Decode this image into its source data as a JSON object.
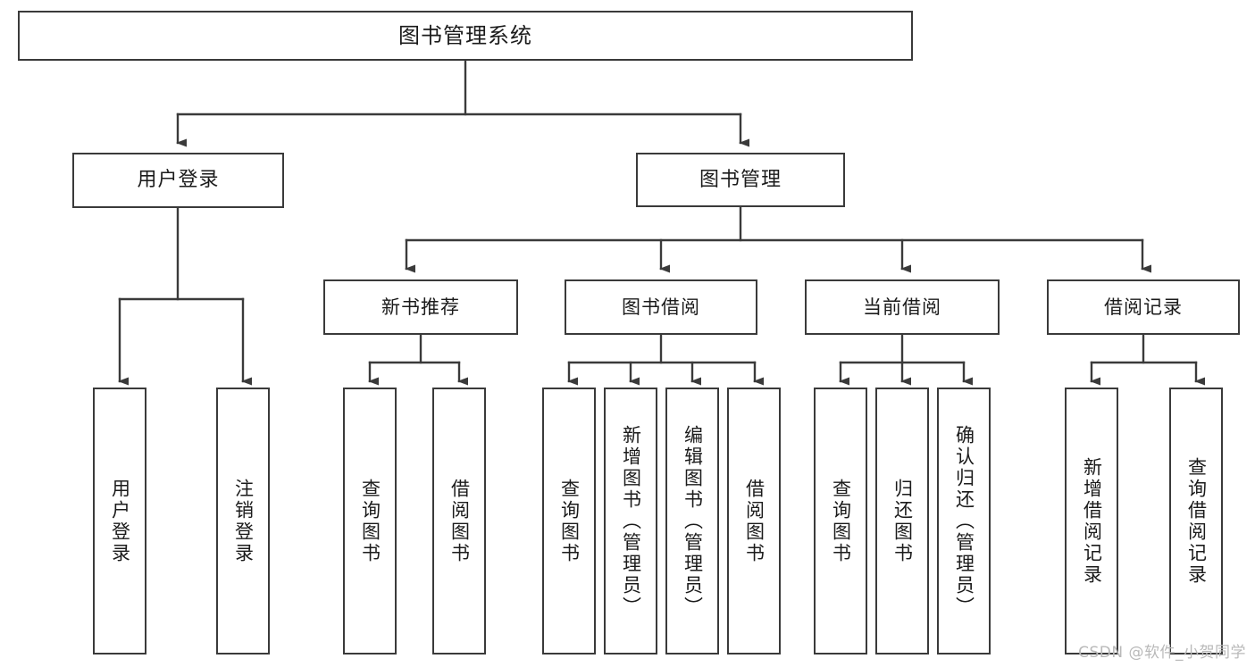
{
  "diagram": {
    "title": "图书管理系统",
    "type": "tree-hierarchy",
    "watermark": "CSDN @软件_小贺同学",
    "colors": {
      "border": "#3a3a3a",
      "background": "#ffffff",
      "text": "#1b1b1b",
      "watermark": "#b9b9b9"
    },
    "root": {
      "label": "图书管理系统"
    },
    "level1": [
      {
        "label": "用户登录"
      },
      {
        "label": "图书管理"
      }
    ],
    "level2": [
      {
        "label": "新书推荐"
      },
      {
        "label": "图书借阅"
      },
      {
        "label": "当前借阅"
      },
      {
        "label": "借阅记录"
      }
    ],
    "leaves": {
      "user_login": [
        {
          "label": "用户登录"
        },
        {
          "label": "注销登录"
        }
      ],
      "new_book": [
        {
          "label": "查询图书"
        },
        {
          "label": "借阅图书"
        }
      ],
      "book_borrow": [
        {
          "label": "查询图书"
        },
        {
          "label": "新增图书（管理员）"
        },
        {
          "label": "编辑图书（管理员）"
        },
        {
          "label": "借阅图书"
        }
      ],
      "current_borrow": [
        {
          "label": "查询图书"
        },
        {
          "label": "归还图书"
        },
        {
          "label": "确认归还（管理员）"
        }
      ],
      "borrow_record": [
        {
          "label": "新增借阅记录"
        },
        {
          "label": "查询借阅记录"
        }
      ]
    }
  }
}
